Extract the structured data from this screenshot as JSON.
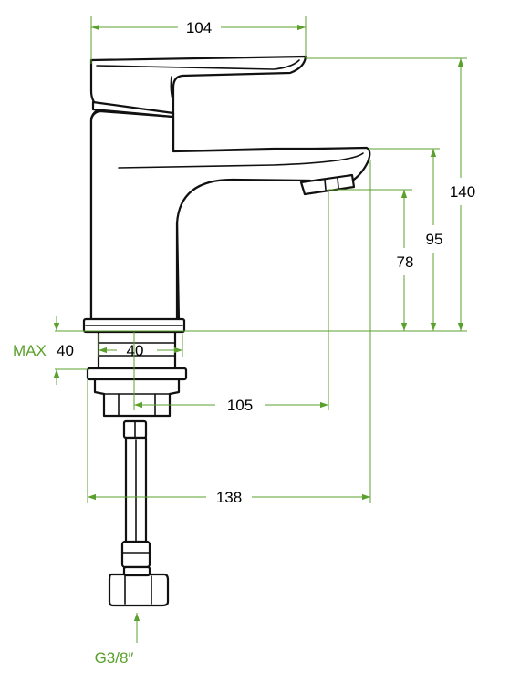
{
  "colors": {
    "dimension_line": "#5aa02c",
    "outline": "#111111",
    "text": "#000000",
    "label_accent": "#5aa02c"
  },
  "dimensions": {
    "handle_width": "104",
    "total_height": "140",
    "spout_height": "95",
    "outlet_height": "78",
    "max_label": "MAX",
    "max_value": "40",
    "body_diameter": "40",
    "reach": "105",
    "total_depth": "138"
  },
  "connector": {
    "thread_label": "G3/8″"
  }
}
